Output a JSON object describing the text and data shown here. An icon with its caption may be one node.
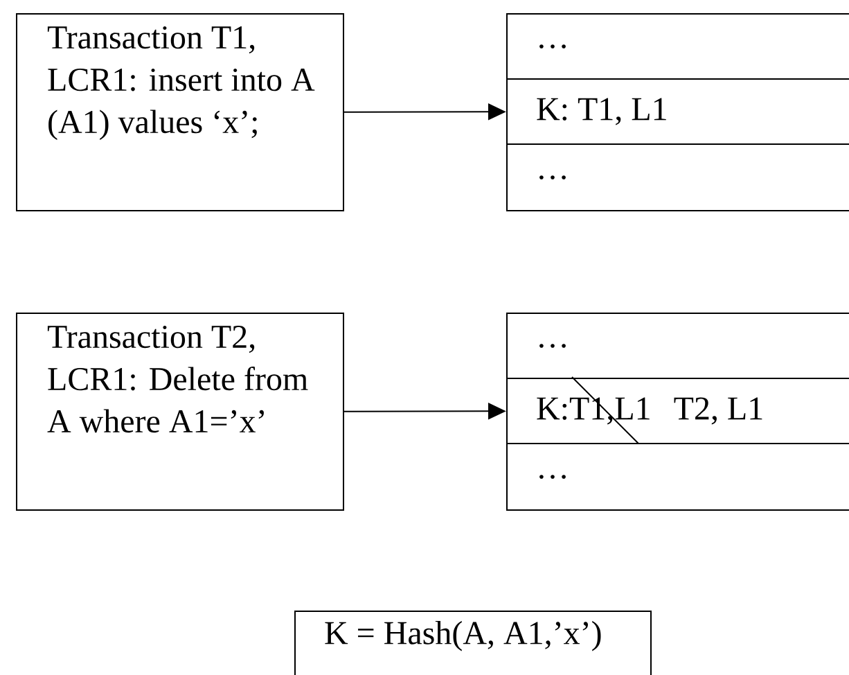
{
  "diagram": {
    "nodes": [
      {
        "text": [
          "Transaction T1, LCR1: insert into A (A1) values ‘x’;"
        ]
      },
      {
        "text": [
          "…"
        ]
      },
      {
        "text": [
          "K:  T1, L1"
        ]
      },
      {
        "text": [
          "…"
        ]
      },
      {
        "text": [
          "Transaction T2, LCR1: Delete from A where A1=’x’"
        ]
      },
      {
        "text": [
          "…"
        ]
      },
      {
        "text": [
          "K:T1,L1",
          "T2, L1"
        ]
      },
      {
        "text": [
          "…"
        ]
      },
      {
        "text": [
          "K = Hash(A, A1,’x’)"
        ]
      }
    ],
    "edges": [
      {
        "from": 0,
        "to": 2,
        "arrow": "to"
      },
      {
        "from": 4,
        "to": 6,
        "arrow": "to"
      }
    ]
  }
}
